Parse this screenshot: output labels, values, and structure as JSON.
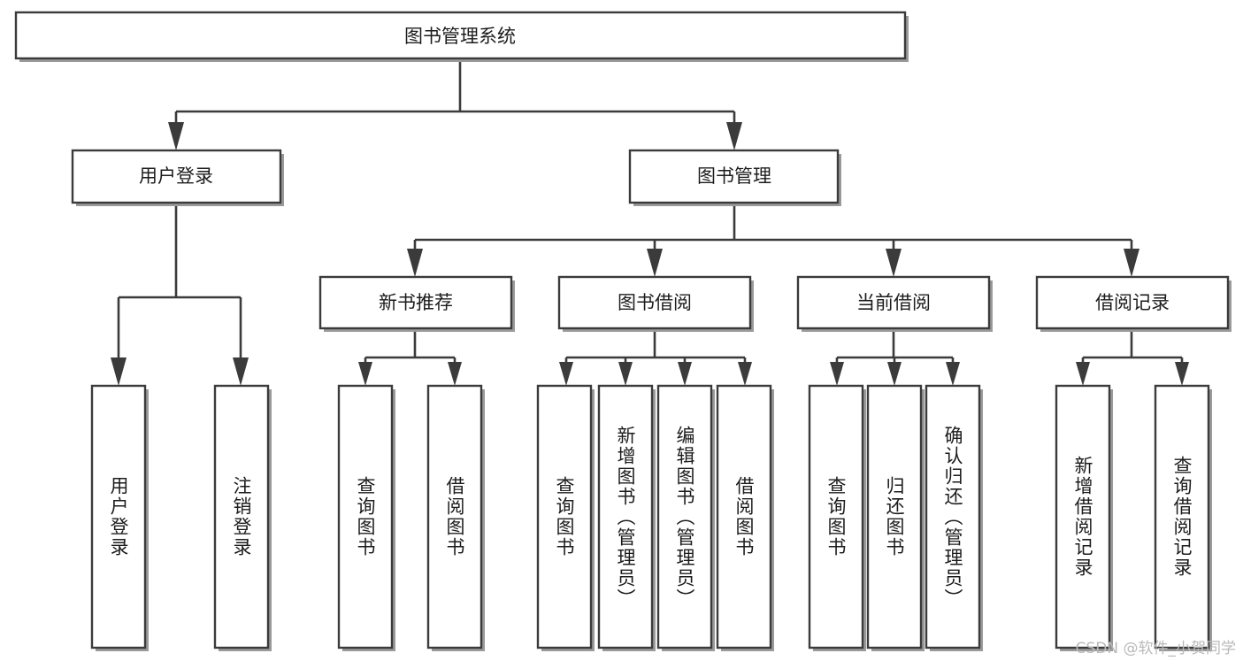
{
  "diagram": {
    "type": "tree",
    "title": "图书管理系统",
    "orientation": "top-down",
    "colors": {
      "box_fill": "#ffffff",
      "box_stroke": "#3b3b3b",
      "connector": "#3b3b3b",
      "text": "#1c1c1c",
      "watermark": "#b9b9b9",
      "background": "#ffffff"
    },
    "root": {
      "label": "图书管理系统"
    },
    "level2": [
      {
        "label": "用户登录"
      },
      {
        "label": "图书管理"
      }
    ],
    "level3": [
      {
        "label": "新书推荐"
      },
      {
        "label": "图书借阅"
      },
      {
        "label": "当前借阅"
      },
      {
        "label": "借阅记录"
      }
    ],
    "leaves": {
      "user_login": [
        {
          "label": "用户登录"
        },
        {
          "label": "注销登录"
        }
      ],
      "new_book": [
        {
          "label": "查询图书"
        },
        {
          "label": "借阅图书"
        }
      ],
      "book_borrow": [
        {
          "label": "查询图书"
        },
        {
          "label": "新增图书（管理员）"
        },
        {
          "label": "编辑图书（管理员）"
        },
        {
          "label": "借阅图书"
        }
      ],
      "current_borrow": [
        {
          "label": "查询图书"
        },
        {
          "label": "归还图书"
        },
        {
          "label": "确认归还（管理员）"
        }
      ],
      "borrow_record": [
        {
          "label": "新增借阅记录"
        },
        {
          "label": "查询借阅记录"
        }
      ]
    },
    "watermark": "CSDN @软件_小贺同学"
  }
}
